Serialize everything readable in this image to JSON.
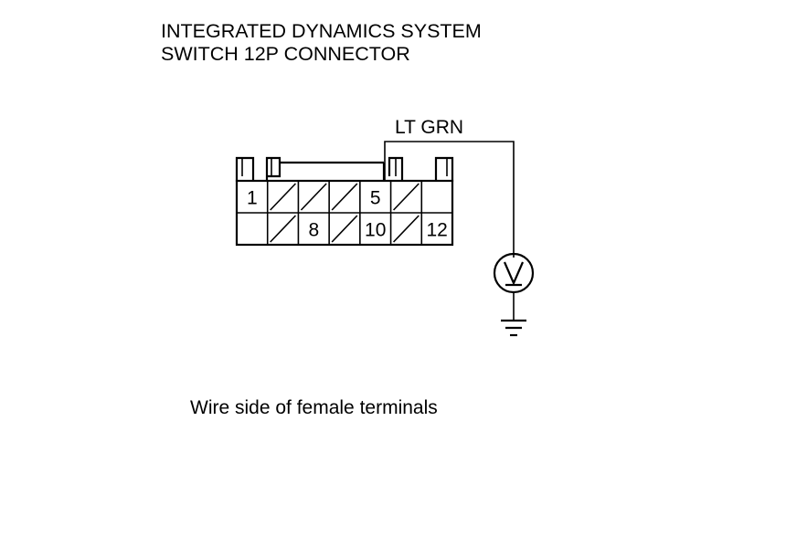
{
  "title": {
    "line1": "INTEGRATED DYNAMICS SYSTEM",
    "line2": "SWITCH 12P CONNECTOR"
  },
  "connector": {
    "top_row": [
      {
        "label": "1",
        "status": "labeled"
      },
      {
        "label": "",
        "status": "unused"
      },
      {
        "label": "",
        "status": "unused"
      },
      {
        "label": "",
        "status": "unused"
      },
      {
        "label": "5",
        "status": "labeled"
      },
      {
        "label": "",
        "status": "unused"
      },
      {
        "label": "",
        "status": "empty"
      }
    ],
    "bottom_row": [
      {
        "label": "",
        "status": "empty"
      },
      {
        "label": "",
        "status": "unused"
      },
      {
        "label": "8",
        "status": "labeled"
      },
      {
        "label": "",
        "status": "unused"
      },
      {
        "label": "10",
        "status": "labeled"
      },
      {
        "label": "",
        "status": "unused"
      },
      {
        "label": "12",
        "status": "labeled"
      }
    ]
  },
  "wire": {
    "color_label": "LT GRN",
    "from_terminal": "5"
  },
  "meter": {
    "symbol": "V",
    "icon": "voltmeter-icon"
  },
  "ground": {
    "icon": "ground-icon"
  },
  "caption": "Wire side of female terminals"
}
